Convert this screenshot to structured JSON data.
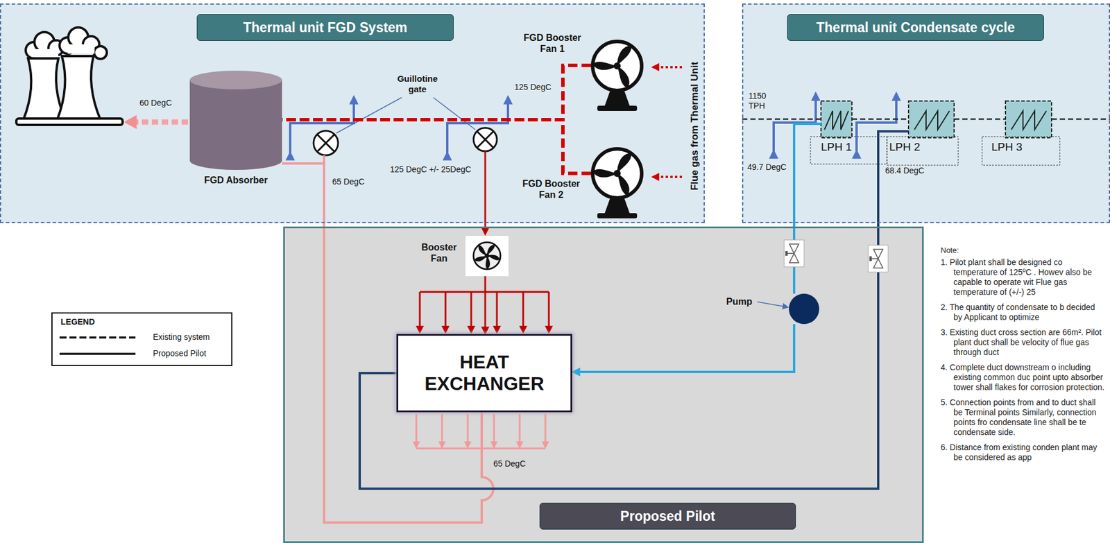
{
  "diagram": {
    "nodes": [
      {
        "text": [
          "Thermal unit FGD System"
        ]
      },
      {
        "text": [
          "FGD Absorber"
        ],
        "in": 0
      },
      {
        "text": [
          "FGD Booster Fan 1"
        ],
        "in": 0
      },
      {
        "text": [
          "FGD Booster Fan 2"
        ],
        "in": 0
      },
      {
        "text": [
          "Thermal unit Condensate cycle"
        ]
      },
      {
        "text": [
          "LPH 1"
        ],
        "in": 4
      },
      {
        "text": [
          "LPH 2"
        ],
        "in": 4
      },
      {
        "text": [
          "LPH 3"
        ],
        "in": 4
      },
      {
        "text": [
          "Proposed Pilot"
        ]
      },
      {
        "text": [
          "Booster Fan"
        ],
        "in": 8
      },
      {
        "text": [
          "HEAT EXCHANGER"
        ],
        "in": 8
      },
      {
        "text": [
          "Pump"
        ],
        "in": 8
      }
    ],
    "edges": [
      {
        "from": 2,
        "to": 1,
        "arrow": "none"
      },
      {
        "from": 3,
        "to": 1,
        "arrow": "none"
      },
      {
        "from": 9,
        "to": 10,
        "arrow": "to"
      },
      {
        "from": 10,
        "to": 1,
        "arrow": "none"
      },
      {
        "from": 5,
        "to": 11,
        "arrow": "none"
      },
      {
        "from": 11,
        "to": 10,
        "arrow": "to"
      },
      {
        "from": 10,
        "to": 6,
        "arrow": "none"
      },
      {
        "from": 5,
        "to": 6,
        "arrow": "none"
      },
      {
        "from": 6,
        "to": 7,
        "arrow": "none"
      }
    ],
    "labels": [
      "60 DegC",
      "Guillotine gate",
      "125 DegC",
      "125 DegC +/- 25DegC",
      "65 DegC",
      "Flue gas from Thermal Unit",
      "1150 TPH",
      "49.7 DegC",
      "68.4 DegC",
      "65 DegC",
      "LEGEND",
      "Note:",
      "1. Pilot plant shall be designed co temperature of 125ºC . Howev also be capable to operate wit Flue gas temperature of (+/-) 25",
      "2. The quantity of condensate to b decided by Applicant to optimize",
      "3. Existing duct cross section are 66m². Pilot plant duct shall be velocity of flue gas through duct",
      "4. Complete duct downstream o including existing common duc point upto absorber tower shall flakes for corrosion protection.",
      "5. Connection points from and to duct shall be Terminal points Similarly, connection points fro condensate line shall be te condensate side.",
      "6. Distance from existing conden plant may be considered as app"
    ],
    "legend": [
      {
        "text": "Existing system"
      },
      {
        "text": "Proposed Pilot"
      }
    ]
  }
}
